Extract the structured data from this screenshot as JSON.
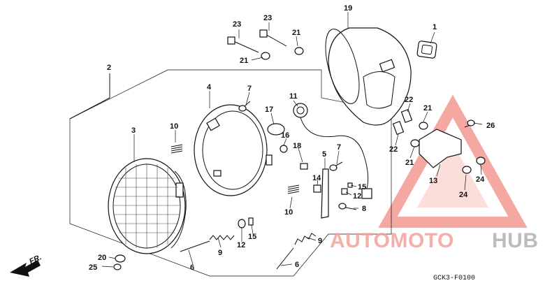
{
  "labels": {
    "l1": "1",
    "l2": "2",
    "l3": "3",
    "l4": "4",
    "l5": "5",
    "l6a": "6",
    "l6b": "6",
    "l7a": "7",
    "l7b": "7",
    "l8": "8",
    "l9a": "9",
    "l9b": "9",
    "l10a": "10",
    "l10b": "10",
    "l11": "11",
    "l12a": "12",
    "l12b": "12",
    "l13": "13",
    "l14": "14",
    "l15a": "15",
    "l15b": "15",
    "l16": "16",
    "l17": "17",
    "l18": "18",
    "l19": "19",
    "l20": "20",
    "l21a": "21",
    "l21b": "21",
    "l21c": "21",
    "l21d": "21",
    "l22a": "22",
    "l22b": "22",
    "l23a": "23",
    "l23b": "23",
    "l24a": "24",
    "l24b": "24",
    "l25": "25",
    "l26": "26"
  },
  "direction_label": "FR.",
  "diagram_code": "GCK3-F0100",
  "watermark": {
    "part1": "AUTOMOTO",
    "part2": "HUB",
    "color_primary": "#f4a09a",
    "color_secondary": "#b5b5b5"
  }
}
